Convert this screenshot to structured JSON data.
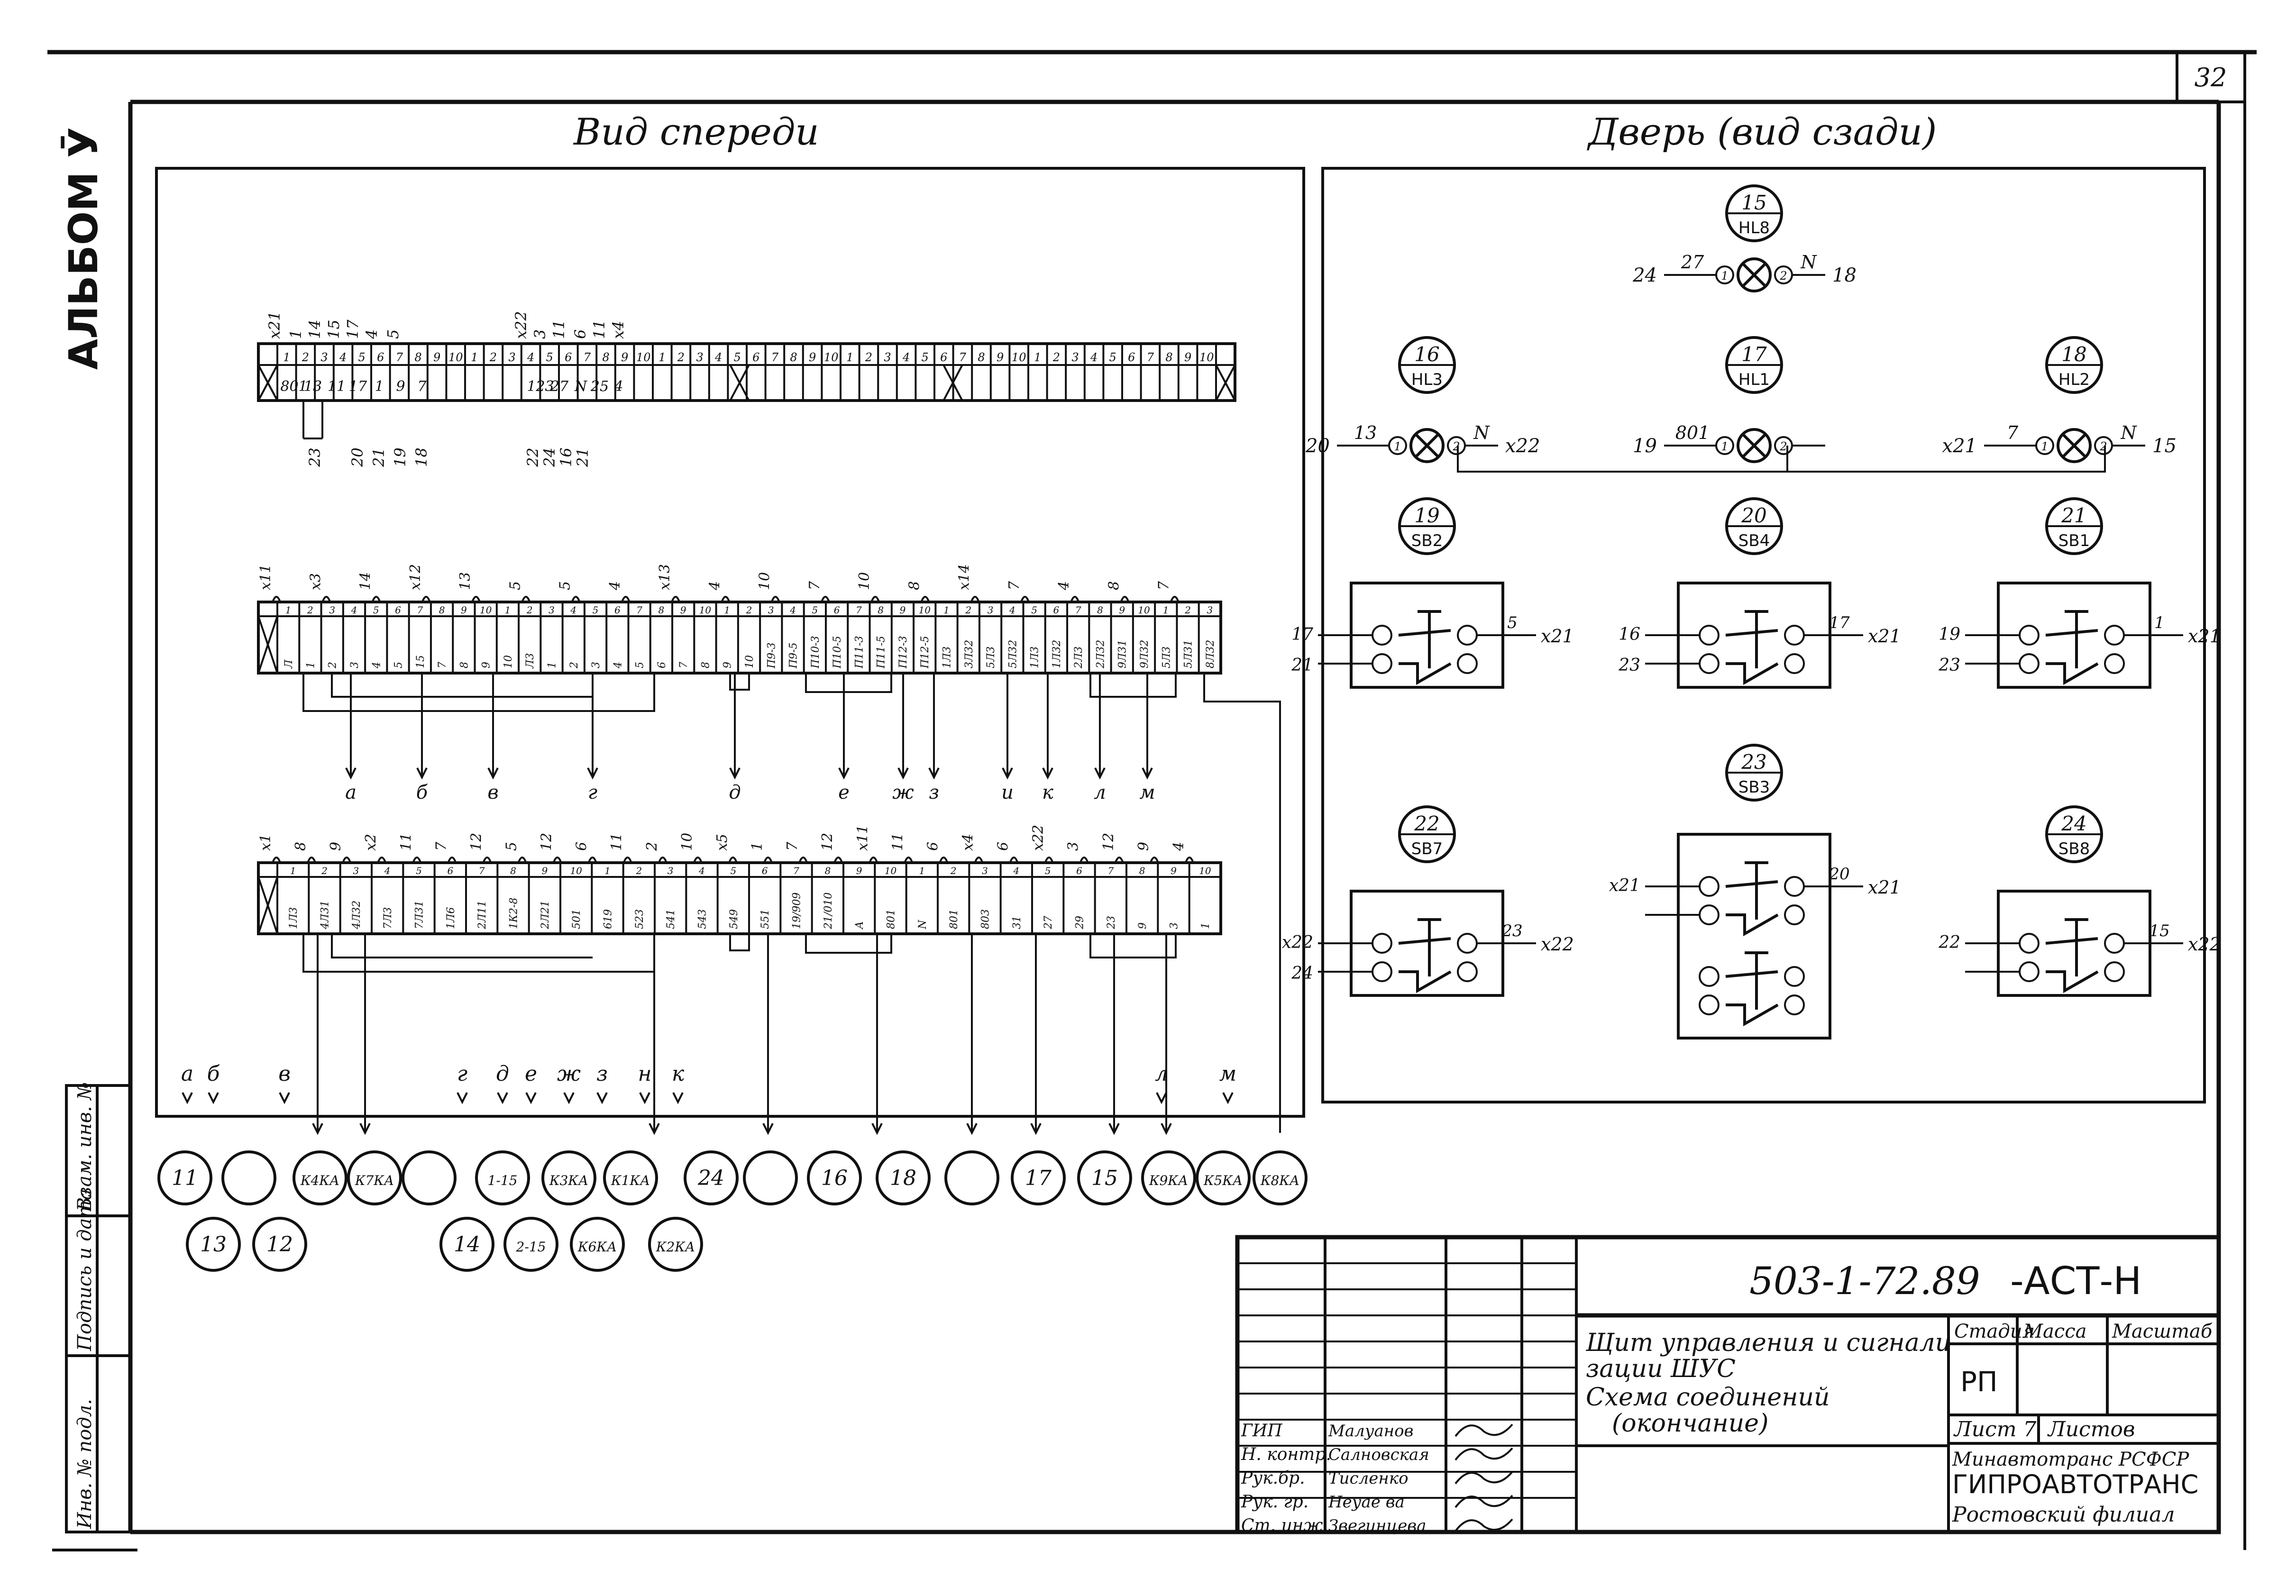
{
  "sheet_number": "32",
  "album_label": "АЛЬБОМ Ӯ",
  "left_panel": {
    "title": "Вид спереди",
    "strip1": {
      "cells": [
        "1",
        "2",
        "3",
        "4",
        "5",
        "6",
        "7",
        "8",
        "9",
        "10",
        "1",
        "2",
        "3",
        "4",
        "5",
        "6",
        "7",
        "8",
        "9",
        "10",
        "1",
        "2",
        "3",
        "4",
        "5",
        "6",
        "7",
        "8",
        "9",
        "10",
        "1",
        "2",
        "3",
        "4",
        "5",
        "6",
        "7",
        "8",
        "9",
        "10",
        "1",
        "2",
        "3",
        "4",
        "5",
        "6",
        "7",
        "8",
        "9",
        "10"
      ],
      "top_wires": [
        "х21",
        "1",
        "14",
        "15",
        "17",
        "4",
        "5",
        "х22",
        "3",
        "11",
        "6",
        "11",
        "х4"
      ],
      "bottom_wires": [
        "801",
        "13",
        "11",
        "17",
        "1",
        "9",
        "7",
        "123",
        "27",
        "N",
        "25",
        "4"
      ],
      "under_labels": [
        "23",
        "20",
        "21",
        "19",
        "18",
        "22",
        "24",
        "16",
        "21"
      ]
    },
    "strip2": {
      "top_labels": [
        "х11",
        "х3",
        "14",
        "х12",
        "13",
        "5",
        "5",
        "4",
        "х13",
        "4",
        "10",
        "7",
        "10",
        "8",
        "х14",
        "7",
        "4",
        "8",
        "7"
      ],
      "cells": [
        "Л",
        "1",
        "2",
        "3",
        "4",
        "5",
        "15",
        "7",
        "8",
        "9",
        "10",
        "Л3",
        "1",
        "2",
        "3",
        "4",
        "5",
        "6",
        "7",
        "8",
        "9",
        "10",
        "П9-3",
        "П9-5",
        "П10-3",
        "П10-5",
        "П11-3",
        "П11-5",
        "П12-3",
        "П12-5",
        "1Л3",
        "3Л32",
        "5Л3",
        "5Л32",
        "1Л3",
        "1Л32",
        "2Л3",
        "2Л32",
        "9Л31",
        "9Л32",
        "5Л3",
        "5Л31",
        "8Л32"
      ],
      "bus_labels": [
        "а",
        "б",
        "в",
        "г",
        "д",
        "е",
        "ж",
        "з",
        "и",
        "к",
        "л",
        "м"
      ]
    },
    "strip3": {
      "top_labels": [
        "х1",
        "8",
        "9",
        "х2",
        "11",
        "7",
        "12",
        "5",
        "12",
        "6",
        "11",
        "2",
        "10",
        "х5",
        "1",
        "7",
        "12",
        "х11",
        "11",
        "6",
        "х4",
        "6",
        "х22",
        "3",
        "12",
        "9",
        "4"
      ],
      "cells": [
        "1Л3",
        "4Л31",
        "4Л32",
        "7Л3",
        "7Л31",
        "1Л6",
        "2Л11",
        "1К2-8",
        "2Л21",
        "501",
        "619",
        "523",
        "541",
        "543",
        "549",
        "551",
        "19/909",
        "21/010",
        "А",
        "801",
        "N",
        "801",
        "803",
        "31",
        "27",
        "29",
        "23",
        "9",
        "3",
        "1"
      ],
      "bus_labels": [
        "а",
        "б",
        "в",
        "г",
        "д",
        "е",
        "ж",
        "з",
        "н",
        "к",
        "л",
        "м"
      ]
    },
    "circles_row1": [
      "11",
      "",
      "К4КА",
      "К7КА",
      "",
      "1-15",
      "К3КА",
      "К1КА",
      "24",
      "",
      "16",
      "18",
      "",
      "17",
      "15",
      "К9КА",
      "К5КА",
      "К8КА"
    ],
    "circles_row2": [
      "13",
      "12",
      "14",
      "2-15",
      "К6КА",
      "К2КА"
    ]
  },
  "right_panel": {
    "title": "Дверь (вид сзади)",
    "lamps": [
      {
        "num": "15",
        "code": "HL8",
        "left": "24",
        "wire_left": "27",
        "wire_right": "N",
        "right": "18"
      },
      {
        "num": "16",
        "code": "HL3",
        "left": "20",
        "wire_left": "13",
        "wire_right": "N",
        "right": "х22"
      },
      {
        "num": "17",
        "code": "HL1",
        "left": "19",
        "wire_left": "801",
        "wire_right": "",
        "right": ""
      },
      {
        "num": "18",
        "code": "HL2",
        "left": "х21",
        "wire_left": "7",
        "wire_right": "N",
        "right": "15"
      }
    ],
    "switches": [
      {
        "num": "19",
        "code": "SB2",
        "l1": "17",
        "l2": "21",
        "r": "х21",
        "rw": "5"
      },
      {
        "num": "20",
        "code": "SB4",
        "l1": "16",
        "l2": "23",
        "r": "х21",
        "rw": "17"
      },
      {
        "num": "21",
        "code": "SB1",
        "l1": "19",
        "l2": "23",
        "r": "х21",
        "rw": "1"
      },
      {
        "num": "22",
        "code": "SB7",
        "l1": "х22",
        "l2": "24",
        "r": "х22",
        "rw": "23"
      },
      {
        "num": "23",
        "code": "SB3",
        "l1": "х21",
        "l2": "",
        "r": "х21",
        "rw": "20"
      },
      {
        "num": "24",
        "code": "SB8",
        "l1": "22",
        "l2": "",
        "r": "х22",
        "rw": "15"
      }
    ]
  },
  "side_stamp": [
    "Инв. № подл.",
    "Подпись и дата",
    "Взам. инв. №"
  ],
  "title_block": {
    "doc_code": "503-1-72.89",
    "doc_suffix": "-АСТ-Н",
    "title_line1": "Щит управления и сигнали-",
    "title_line2": "зации ШУС",
    "title_line3": "Схема соединений",
    "title_line4": "(окончание)",
    "stage_header": "Стадия",
    "mass_header": "Масса",
    "scale_header": "Масштаб",
    "stage_value": "РП",
    "sheet_label": "Лист 7",
    "sheets_label": "Листов",
    "org1": "Минавтотранс РСФСР",
    "org2": "ГИПРОАВТОТРАНС",
    "org3": "Ростовский филиал",
    "roles": [
      "ГИП",
      "Н. контр.",
      "Рук.бр.",
      "Рук. гр.",
      "Ст. инж."
    ],
    "names": [
      "Малуанов",
      "Салновская",
      "Тисленко",
      "Неуае ва",
      "Звегинцева"
    ]
  }
}
